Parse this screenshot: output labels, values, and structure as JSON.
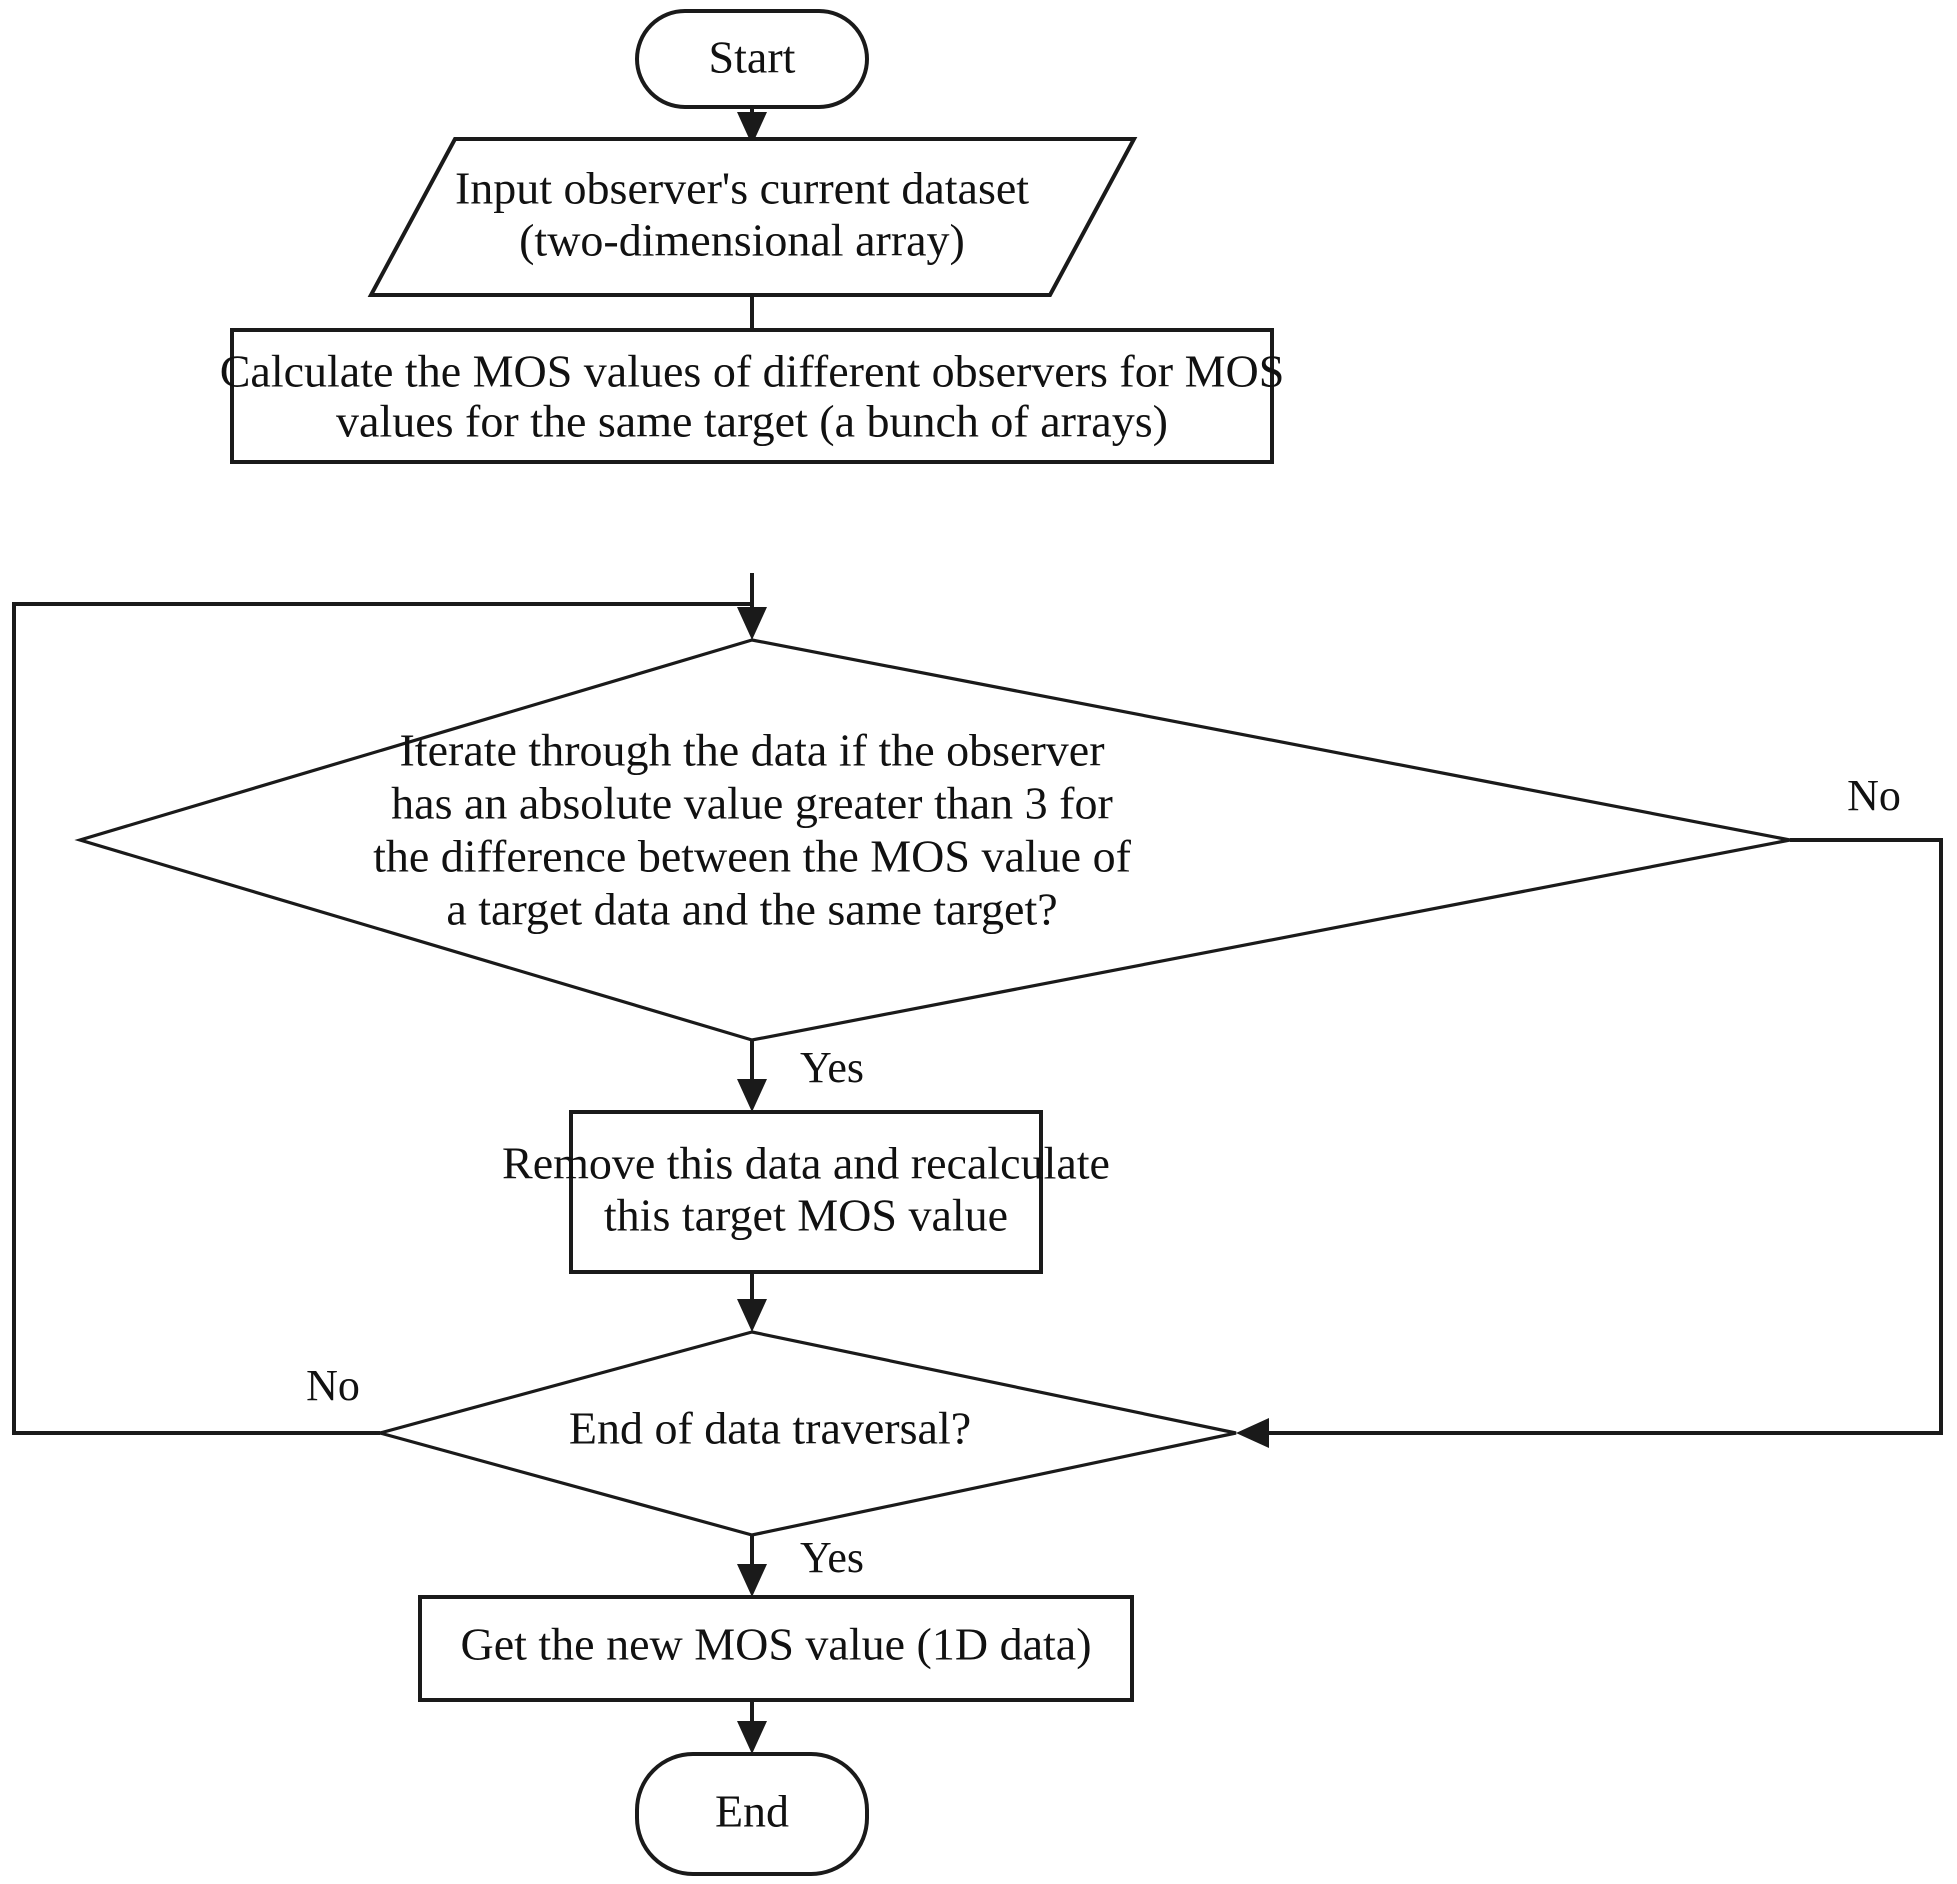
{
  "diagram": {
    "type": "flowchart",
    "title": "MOS outlier removal flowchart",
    "nodes": [
      {
        "id": "start",
        "shape": "terminator",
        "lines": [
          "Start"
        ]
      },
      {
        "id": "input-dataset",
        "shape": "parallelogram",
        "lines": [
          "Input observer's current dataset",
          "(two-dimensional  array)"
        ]
      },
      {
        "id": "calculate-mos",
        "shape": "process",
        "lines": [
          "Calculate the MOS values of different observers for MOS",
          "values for the same target (a bunch of arrays)"
        ]
      },
      {
        "id": "iterate-check",
        "shape": "decision",
        "lines": [
          "Iterate through the data if the observer",
          "has an absolute value greater than 3 for",
          "the difference between the MOS value of",
          "a target data and the same target?"
        ]
      },
      {
        "id": "remove-data",
        "shape": "process",
        "lines": [
          "Remove this data and recalculate",
          "this target MOS value"
        ]
      },
      {
        "id": "end-of-traversal",
        "shape": "decision",
        "lines": [
          "End of data traversal?"
        ]
      },
      {
        "id": "get-new-mos",
        "shape": "process",
        "lines": [
          "Get the new MOS value (1D data)"
        ]
      },
      {
        "id": "end",
        "shape": "terminator",
        "lines": [
          "End"
        ]
      }
    ],
    "edge_labels": {
      "iterate_yes": "Yes",
      "iterate_no": "No",
      "traversal_no": "No",
      "traversal_yes": "Yes"
    },
    "colors": {
      "stroke": "#1a1a1a",
      "fill": "#ffffff",
      "text": "#111111",
      "background": "#ffffff"
    }
  }
}
